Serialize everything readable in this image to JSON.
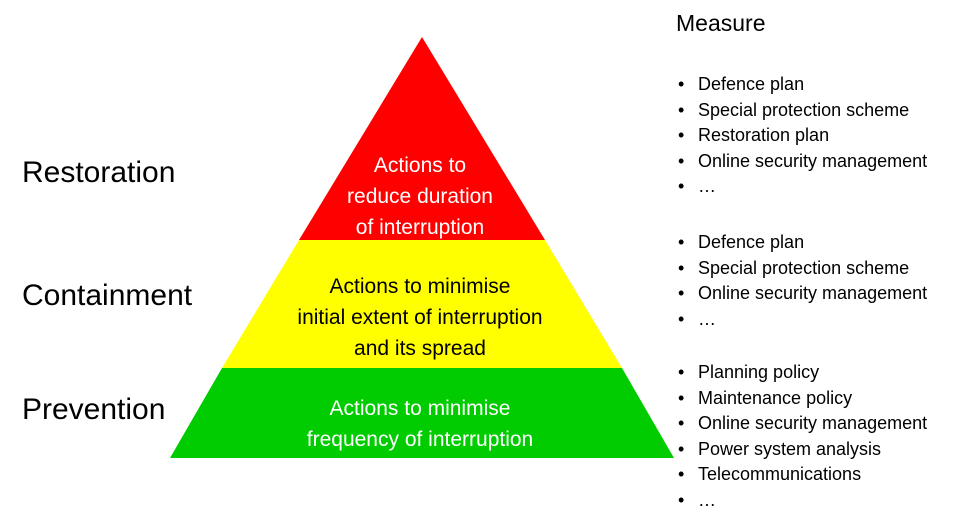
{
  "levels": [
    {
      "label": "Restoration",
      "color": "#ff0000",
      "text_lines": [
        "Actions to",
        "reduce duration",
        "of interruption"
      ],
      "text_color": "#ffffff",
      "measures": [
        "Defence plan",
        "Special protection scheme",
        "Restoration plan",
        "Online security management",
        "…"
      ]
    },
    {
      "label": "Containment",
      "color": "#ffff00",
      "text_lines": [
        "Actions to minimise",
        "initial extent of interruption",
        "and its spread"
      ],
      "text_color": "#000000",
      "measures": [
        "Defence plan",
        "Special protection scheme",
        "Online security management",
        "…"
      ]
    },
    {
      "label": "Prevention",
      "color": "#00cc00",
      "text_lines": [
        "Actions to minimise",
        "frequency of interruption"
      ],
      "text_color": "#ffffff",
      "measures": [
        "Planning policy",
        "Maintenance policy",
        "Online security management",
        "Power system analysis",
        "Telecommunications",
        "…"
      ]
    }
  ],
  "measure_header": "Measure"
}
